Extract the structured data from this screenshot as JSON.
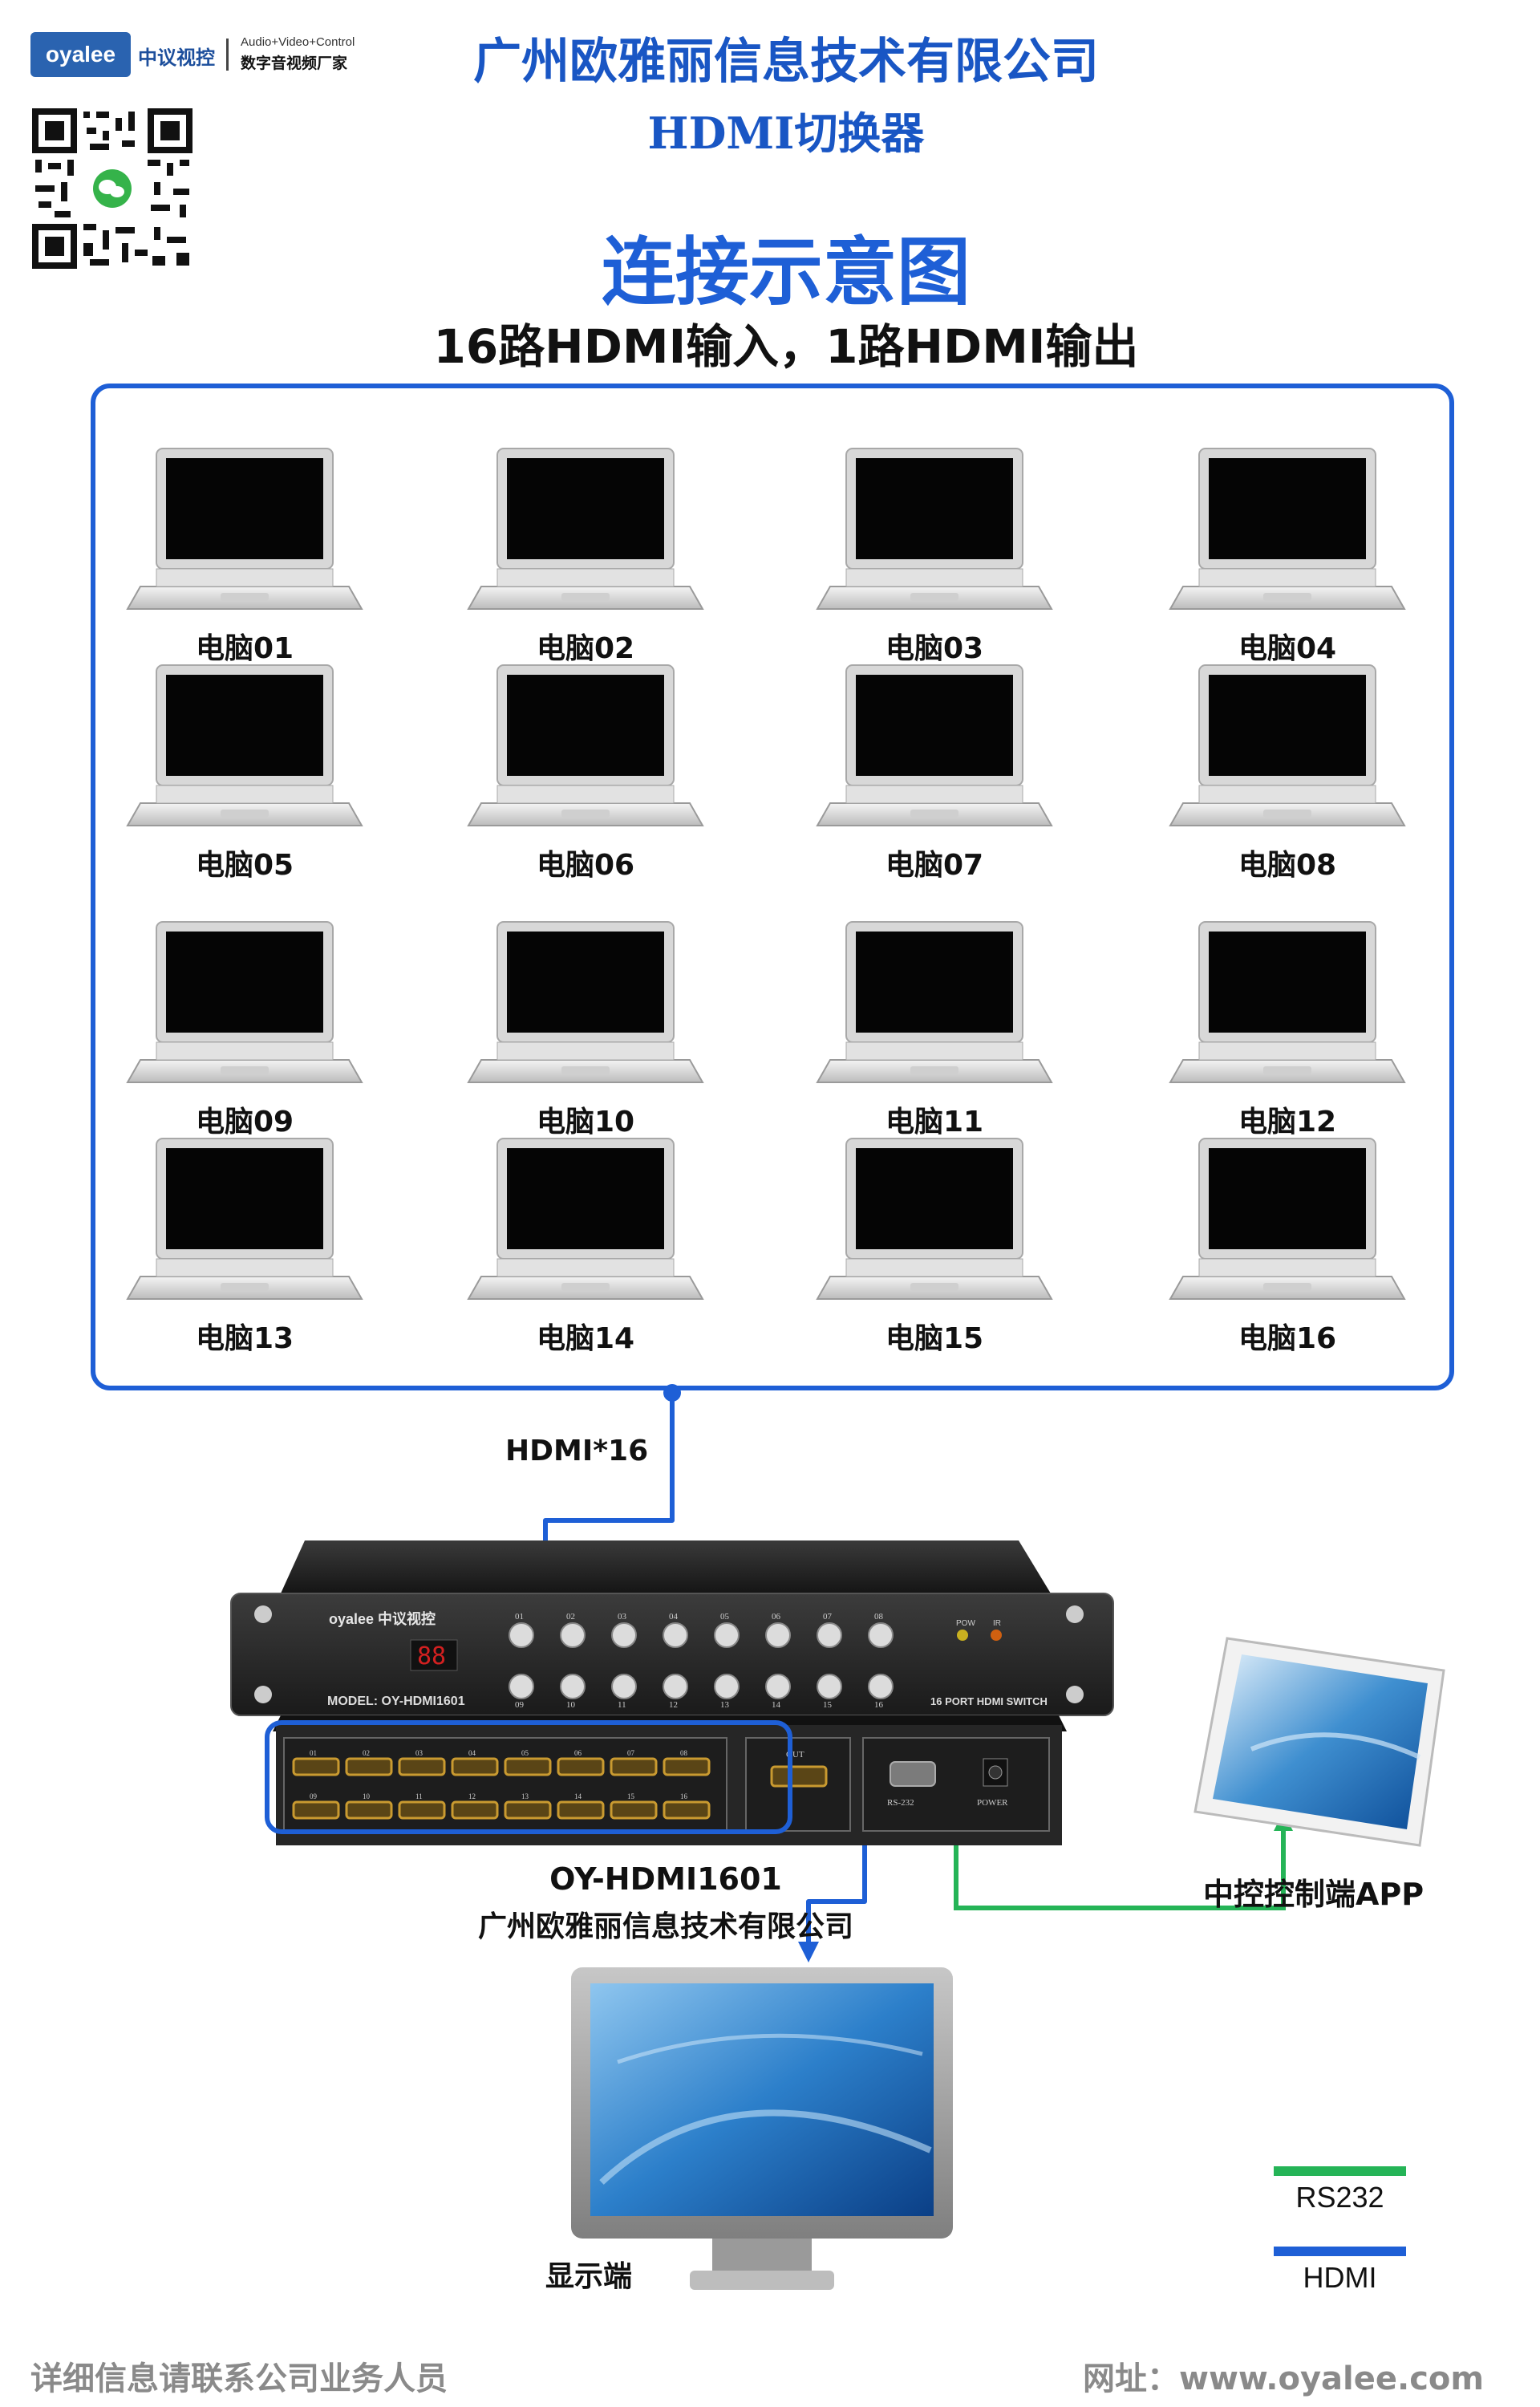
{
  "header": {
    "brand_logo": "oyalee",
    "brand_cn": "中议视控",
    "brand_en": "Audio+Video+Control",
    "brand_tagline": "数字音视频厂家",
    "company": "广州欧雅丽信息技术有限公司",
    "product": "HDMI切换器"
  },
  "diagram": {
    "title": "连接示意图",
    "subtitle": "16路HDMI输入，1路HDMI输出",
    "sources": [
      "电脑01",
      "电脑02",
      "电脑03",
      "电脑04",
      "电脑05",
      "电脑06",
      "电脑07",
      "电脑08",
      "电脑09",
      "电脑10",
      "电脑11",
      "电脑12",
      "电脑13",
      "电脑14",
      "电脑15",
      "电脑16"
    ],
    "hdmi_count_label": "HDMI*16",
    "switch": {
      "brand": "oyalee 中议视控",
      "model_plate": "MODEL: OY-HDMI1601",
      "device_type": "16 PORT HDMI SWITCH",
      "display_digits": "88",
      "button_numbers": [
        "01",
        "02",
        "03",
        "04",
        "05",
        "06",
        "07",
        "08",
        "09",
        "10",
        "11",
        "12",
        "13",
        "14",
        "15",
        "16"
      ],
      "indicators": [
        "POW",
        "IR"
      ],
      "out_label": "OUT",
      "rs232_label": "RS-232",
      "power_label": "POWER",
      "model": "OY-HDMI1601",
      "company": "广州欧雅丽信息技术有限公司"
    },
    "control_app_label": "中控控制端APP",
    "display_label": "显示端",
    "legend": [
      {
        "label": "RS232",
        "color": "#25b457"
      },
      {
        "label": "HDMI",
        "color": "#1e5fd6"
      }
    ]
  },
  "footer": {
    "left": "详细信息请联系公司业务人员",
    "right": "网址：www.oyalee.com"
  }
}
